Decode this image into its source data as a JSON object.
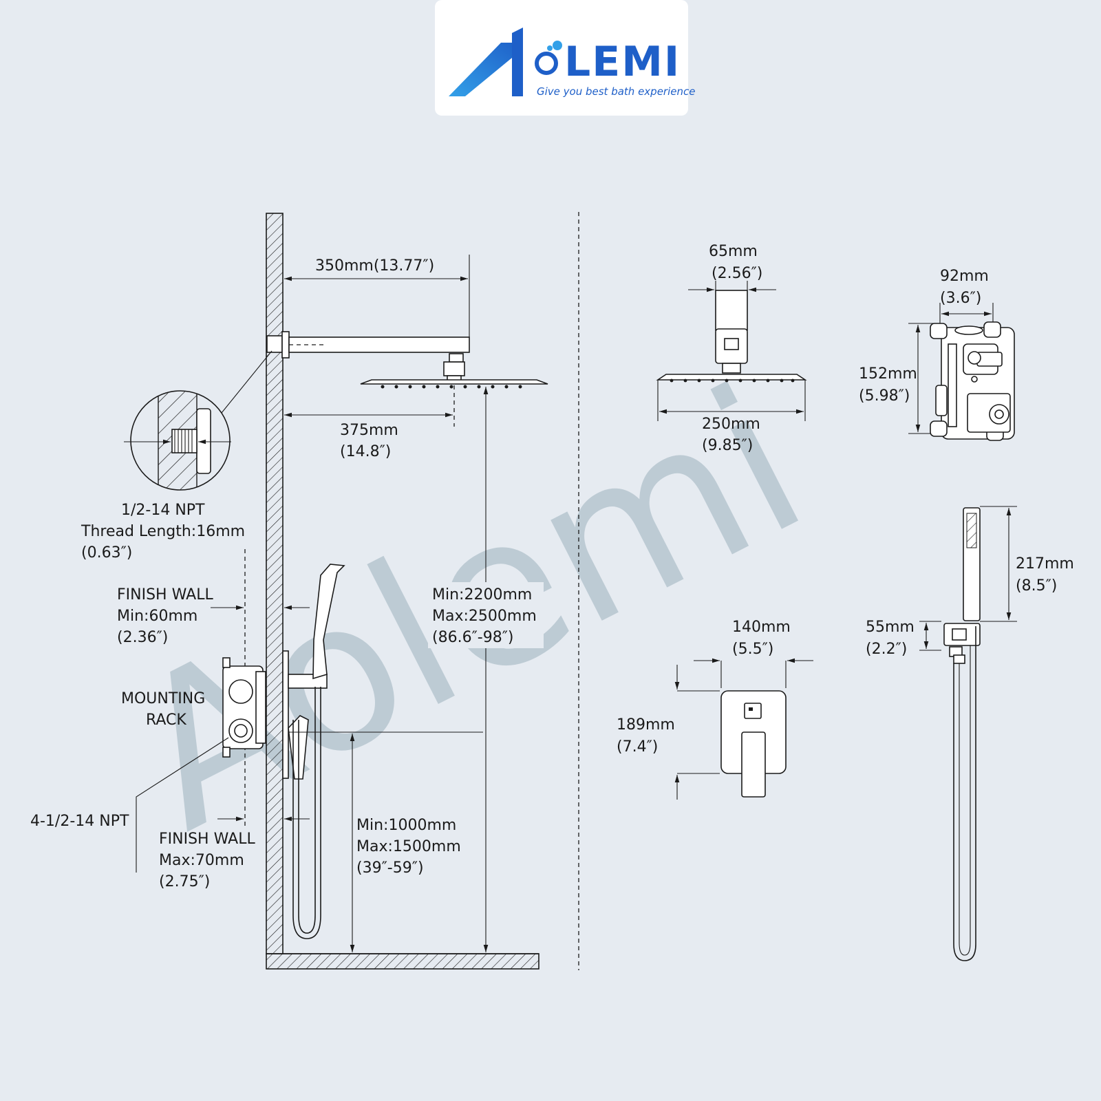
{
  "brand": {
    "logo_text": "AOLEMI",
    "tagline": "Give you best bath experience",
    "watermark": "Aolemi",
    "colors": {
      "logo_blue": "#1e5fc8",
      "logo_light": "#33a0e8",
      "background": "#e6ebf1",
      "watermark": "#a7bac5"
    }
  },
  "side_view": {
    "arm_length": "350mm(13.77″)",
    "head_offset": [
      "375mm",
      "(14.8″)"
    ],
    "thread_note": [
      "1/2-14 NPT",
      "Thread Length:16mm",
      "(0.63″)"
    ],
    "finish_wall_min": [
      "FINISH WALL",
      "Min:60mm",
      "(2.36″)"
    ],
    "mounting_rack": [
      "MOUNTING",
      "RACK"
    ],
    "inlet_note": "4-1/2-14 NPT",
    "finish_wall_max": [
      "FINISH WALL",
      "Max:70mm",
      "(2.75″)"
    ],
    "head_height": [
      "Min:2200mm",
      "Max:2500mm",
      "(86.6″-98″)"
    ],
    "valve_height": [
      "Min:1000mm",
      "Max:1500mm",
      "(39″-59″)"
    ]
  },
  "parts": {
    "showerhead": {
      "arm_width": [
        "65mm",
        "(2.56″)"
      ],
      "head_width": [
        "250mm",
        "(9.85″)"
      ]
    },
    "valve_body": {
      "width": [
        "92mm",
        "(3.6″)"
      ],
      "height": [
        "152mm",
        "(5.98″)"
      ]
    },
    "trim_plate": {
      "width": [
        "140mm",
        "(5.5″)"
      ],
      "height": [
        "189mm",
        "(7.4″)"
      ]
    },
    "handheld": {
      "length": [
        "217mm",
        "(8.5″)"
      ],
      "holder": [
        "55mm",
        "(2.2″)"
      ]
    }
  }
}
